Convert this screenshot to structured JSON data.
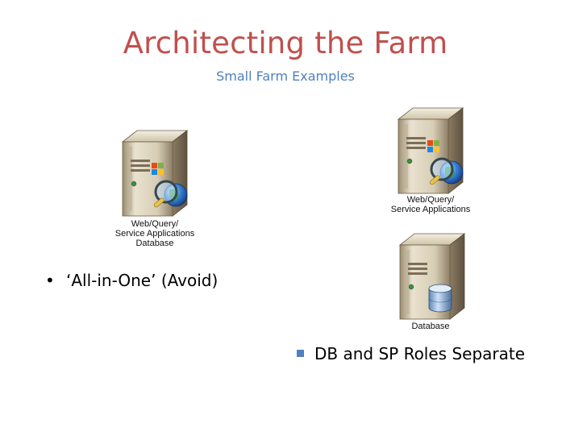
{
  "slide": {
    "title": "Architecting the Farm",
    "subtitle": "Small Farm Examples"
  },
  "left": {
    "server_caption_lines": [
      "Web/Query/",
      "Service Applications",
      "Database"
    ],
    "bullet": "‘All-in-One’ (Avoid)",
    "bullet_marker": "•"
  },
  "right": {
    "web_server_caption_lines": [
      "Web/Query/",
      "Service Applications"
    ],
    "db_server_caption_lines": [
      "Database"
    ],
    "bullet": "DB and SP Roles Separate"
  },
  "colors": {
    "title": "#c0504d",
    "subtitle": "#4f81bd",
    "bullet_square": "#4f81bd"
  },
  "icons": {
    "left_server": [
      "server-tower-icon",
      "windows-logo-icon",
      "globe-magnifier-icon"
    ],
    "right_web_server": [
      "server-tower-icon",
      "windows-logo-icon",
      "globe-magnifier-icon"
    ],
    "right_db_server": [
      "server-tower-icon",
      "database-cylinder-icon"
    ]
  }
}
